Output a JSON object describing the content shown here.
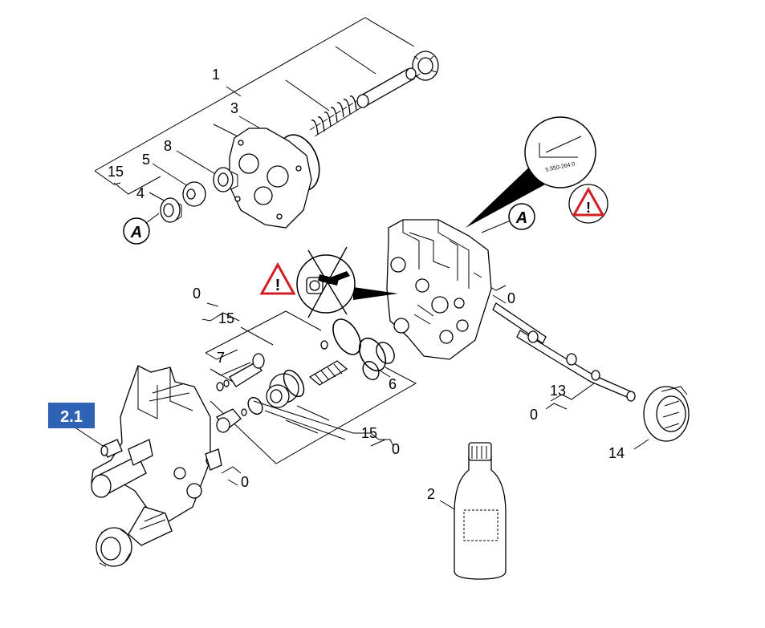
{
  "diagram": {
    "badge": {
      "text": "2.1",
      "color": "#2e62b3"
    },
    "warning_color": "#d11f26",
    "callout_letter": "A",
    "stamp_text": "5.550-264.0",
    "warning_icon_glyph": "!",
    "labels": [
      {
        "id": "label-1",
        "text": "1"
      },
      {
        "id": "label-3",
        "text": "3"
      },
      {
        "id": "label-8",
        "text": "8"
      },
      {
        "id": "label-5",
        "text": "5"
      },
      {
        "id": "label-15a",
        "text": "15"
      },
      {
        "id": "label-4",
        "text": "4"
      },
      {
        "id": "label-0a",
        "text": "0"
      },
      {
        "id": "label-15b",
        "text": "15"
      },
      {
        "id": "label-7",
        "text": "7"
      },
      {
        "id": "label-6",
        "text": "6"
      },
      {
        "id": "label-0b",
        "text": "0"
      },
      {
        "id": "label-13",
        "text": "13"
      },
      {
        "id": "label-0c",
        "text": "0"
      },
      {
        "id": "label-14",
        "text": "14"
      },
      {
        "id": "label-15c",
        "text": "15"
      },
      {
        "id": "label-0d",
        "text": "0"
      },
      {
        "id": "label-0e",
        "text": "0"
      },
      {
        "id": "label-2",
        "text": "2"
      }
    ]
  }
}
